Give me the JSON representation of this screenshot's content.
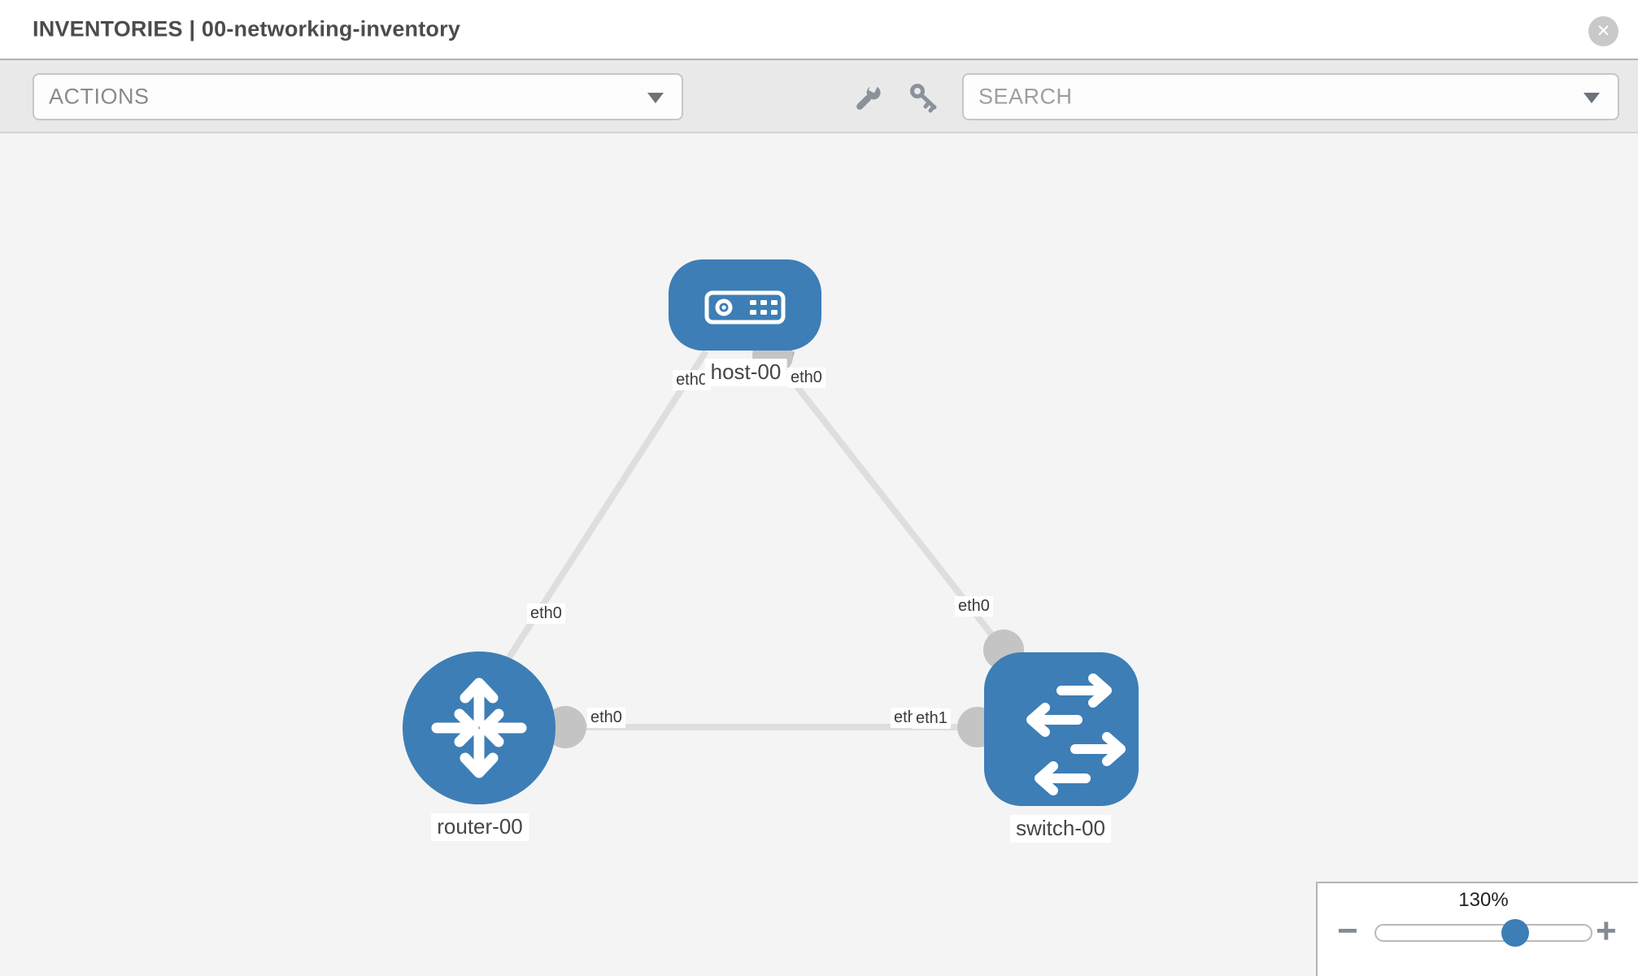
{
  "header": {
    "title": "INVENTORIES | 00-networking-inventory",
    "close_glyph": "✕"
  },
  "toolbar": {
    "actions_label": "ACTIONS",
    "search_placeholder": "SEARCH"
  },
  "zoom_control": {
    "level": "130%",
    "minus_glyph": "−",
    "plus_glyph": "+"
  },
  "colors": {
    "node_blue": "#3d7eb6",
    "link_gray": "#dedede",
    "port_gray": "#c4c4c4",
    "canvas_bg": "#f4f4f4",
    "toolbar_bg": "#e9e9e9"
  },
  "topology": {
    "nodes": [
      {
        "id": "host-00",
        "type": "host",
        "label": "host-00"
      },
      {
        "id": "router-00",
        "type": "router",
        "label": "router-00"
      },
      {
        "id": "switch-00",
        "type": "switch",
        "label": "switch-00"
      }
    ],
    "links": [
      {
        "from": "host-00",
        "from_iface": "eth0",
        "to": "router-00",
        "to_iface": "eth0"
      },
      {
        "from": "host-00",
        "from_iface": "eth0",
        "to": "switch-00",
        "to_iface": "eth0"
      },
      {
        "from": "router-00",
        "from_iface": "eth0",
        "to": "switch-00",
        "to_iface": "eth1"
      }
    ],
    "iface_labels": [
      {
        "text": "eth0"
      },
      {
        "text": "eth0"
      },
      {
        "text": "eth0"
      },
      {
        "text": "eth0"
      },
      {
        "text": "eth0"
      },
      {
        "text": "eth0"
      },
      {
        "text": "eth1"
      }
    ]
  }
}
